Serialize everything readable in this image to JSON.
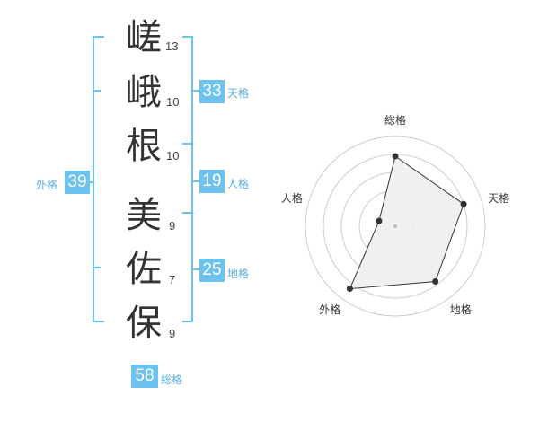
{
  "name": {
    "chars": [
      {
        "char": "嵯",
        "strokes": "13"
      },
      {
        "char": "峨",
        "strokes": "10"
      },
      {
        "char": "根",
        "strokes": "10"
      },
      {
        "char": "美",
        "strokes": "9"
      },
      {
        "char": "佐",
        "strokes": "7"
      },
      {
        "char": "保",
        "strokes": "9"
      }
    ]
  },
  "fortune": {
    "tenkaku": {
      "value": "33",
      "label": "天格"
    },
    "jinkaku": {
      "value": "19",
      "label": "人格"
    },
    "chikaku": {
      "value": "25",
      "label": "地格"
    },
    "gaikaku": {
      "value": "39",
      "label": "外格"
    },
    "soukaku": {
      "value": "58",
      "label": "総格"
    }
  },
  "colors": {
    "accent": "#6cc3ef",
    "bracket": "#6cc3ef",
    "kanji": "#333333",
    "radar_fill": "#eeeeee",
    "radar_stroke": "#333333",
    "grid": "#cccccc"
  },
  "chart_data": {
    "type": "radar",
    "axes": [
      "総格",
      "天格",
      "地格",
      "外格",
      "人格"
    ],
    "values": [
      0.78,
      0.8,
      0.76,
      0.86,
      0.19
    ],
    "max": 1
  }
}
